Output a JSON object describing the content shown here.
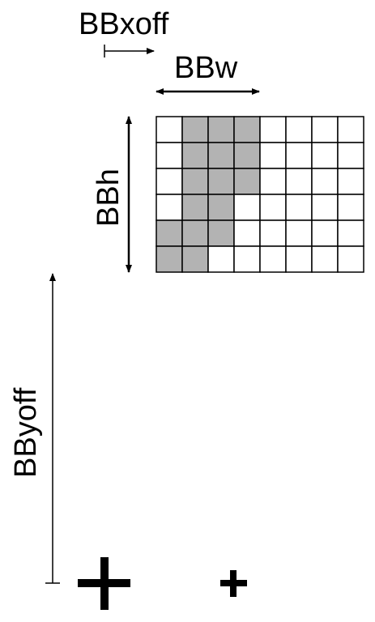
{
  "labels": {
    "bbxoff": "BBxoff",
    "bbw": "BBw",
    "bbh": "BBh",
    "bbyoff": "BByoff"
  },
  "glyph_grid": {
    "rows": 6,
    "cols": 8,
    "filled_cells": [
      [
        0,
        1
      ],
      [
        0,
        2
      ],
      [
        0,
        3
      ],
      [
        1,
        1
      ],
      [
        1,
        2
      ],
      [
        1,
        3
      ],
      [
        2,
        1
      ],
      [
        2,
        2
      ],
      [
        2,
        3
      ],
      [
        3,
        1
      ],
      [
        3,
        2
      ],
      [
        4,
        0
      ],
      [
        4,
        1
      ],
      [
        4,
        2
      ],
      [
        5,
        0
      ],
      [
        5,
        1
      ]
    ],
    "fill_color": "#b3b3b3",
    "empty_color": "#ffffff",
    "line_color": "#000000"
  },
  "markers": {
    "origin": "large-plus",
    "next_origin": "small-plus"
  }
}
